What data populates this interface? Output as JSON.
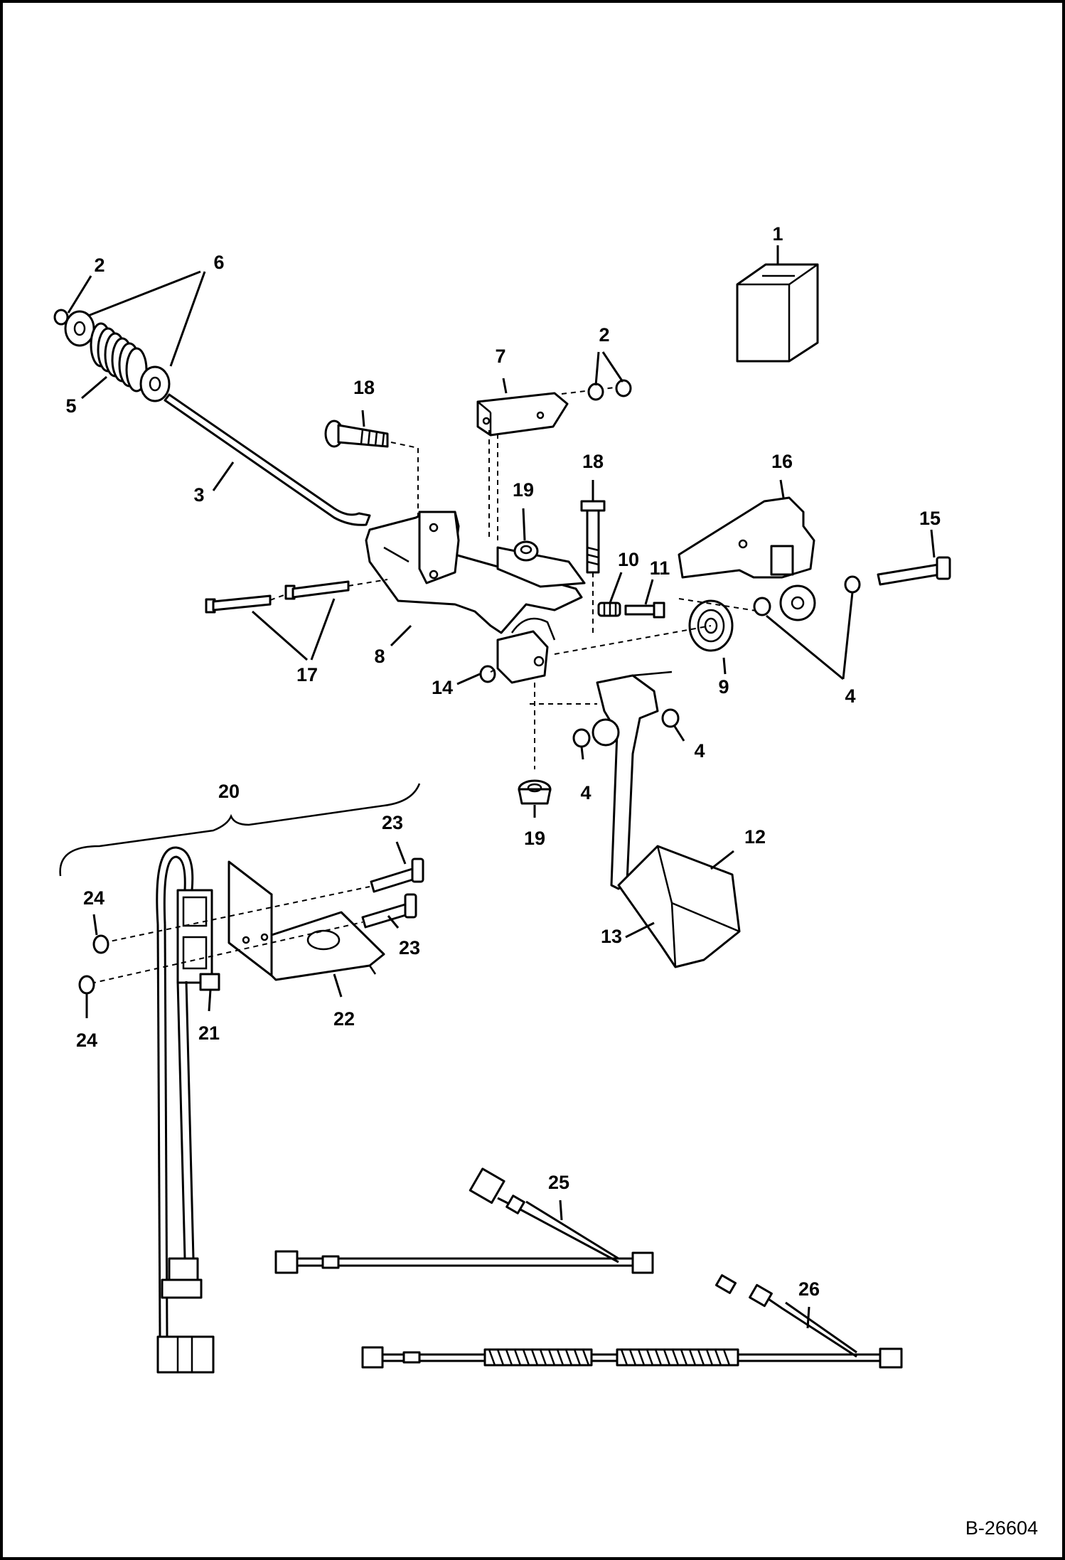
{
  "figure": {
    "id_label": "B-26604",
    "callouts": [
      "1",
      "2",
      "6",
      "2",
      "7",
      "5",
      "18",
      "3",
      "18",
      "16",
      "19",
      "15",
      "10",
      "11",
      "17",
      "8",
      "9",
      "4",
      "14",
      "4",
      "4",
      "19",
      "20",
      "23",
      "12",
      "24",
      "23",
      "13",
      "22",
      "21",
      "24",
      "25",
      "26"
    ]
  },
  "colors": {
    "line": "#000000",
    "background": "#ffffff"
  }
}
